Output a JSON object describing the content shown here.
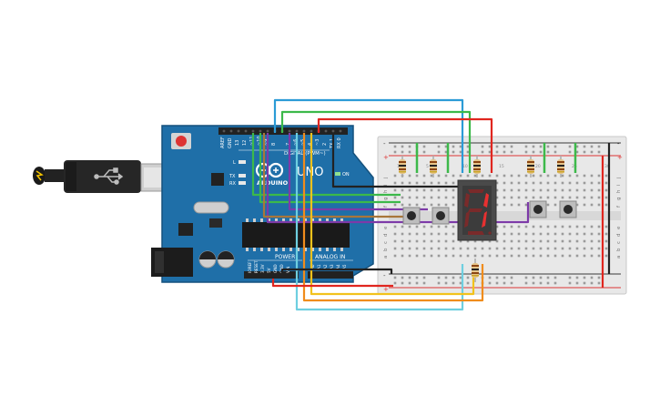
{
  "arduino": {
    "logo_text": "ARDUINO",
    "model": "UNO",
    "digital_label": "DIGITAL (PWM~)",
    "power_label": "POWER",
    "analog_label": "ANALOG IN",
    "on_label": "ON",
    "l_label": "L",
    "tx_label": "TX",
    "rx_label": "RX",
    "txrx_label": "TX 1",
    "rxrx_label": "RX 0",
    "aref_label": "AREF",
    "gnd_label": "GND",
    "pin13": "13",
    "pin12": "12",
    "pin11": "~11",
    "pin10": "~10",
    "pin9": "~9",
    "pin8": "8",
    "pin7": "7",
    "pin6": "~6",
    "pin5": "~5",
    "pin4": "4",
    "pin3": "~3",
    "pin2": "2",
    "ioref": "IOREF",
    "reset": "RESET",
    "v33": "3.3V",
    "v5": "5V",
    "gnd1": "GND",
    "gnd2": "GND",
    "vin": "VIN",
    "a0": "A0",
    "a1": "A1",
    "a2": "A2",
    "a3": "A3",
    "a4": "A4",
    "a5": "A5"
  },
  "breadboard": {
    "rows_top": [
      "j",
      "i",
      "h",
      "g",
      "f"
    ],
    "rows_bottom": [
      "e",
      "d",
      "c",
      "b",
      "a"
    ],
    "plus": "+",
    "minus": "-",
    "col_labels": [
      "1",
      "5",
      "10",
      "15",
      "20",
      "25",
      "30"
    ]
  },
  "display": {
    "digit": "1"
  },
  "colors": {
    "board_blue": "#1f6fa8",
    "wire_red": "#e0261f",
    "wire_green": "#3cb94a",
    "wire_blue": "#2b9bd6",
    "wire_orange": "#f08c1c",
    "wire_yellow": "#f2c21c",
    "wire_purple": "#7d3aa8",
    "wire_black": "#222222",
    "wire_brown": "#a8763a",
    "wire_cyan": "#6ecfe0"
  }
}
